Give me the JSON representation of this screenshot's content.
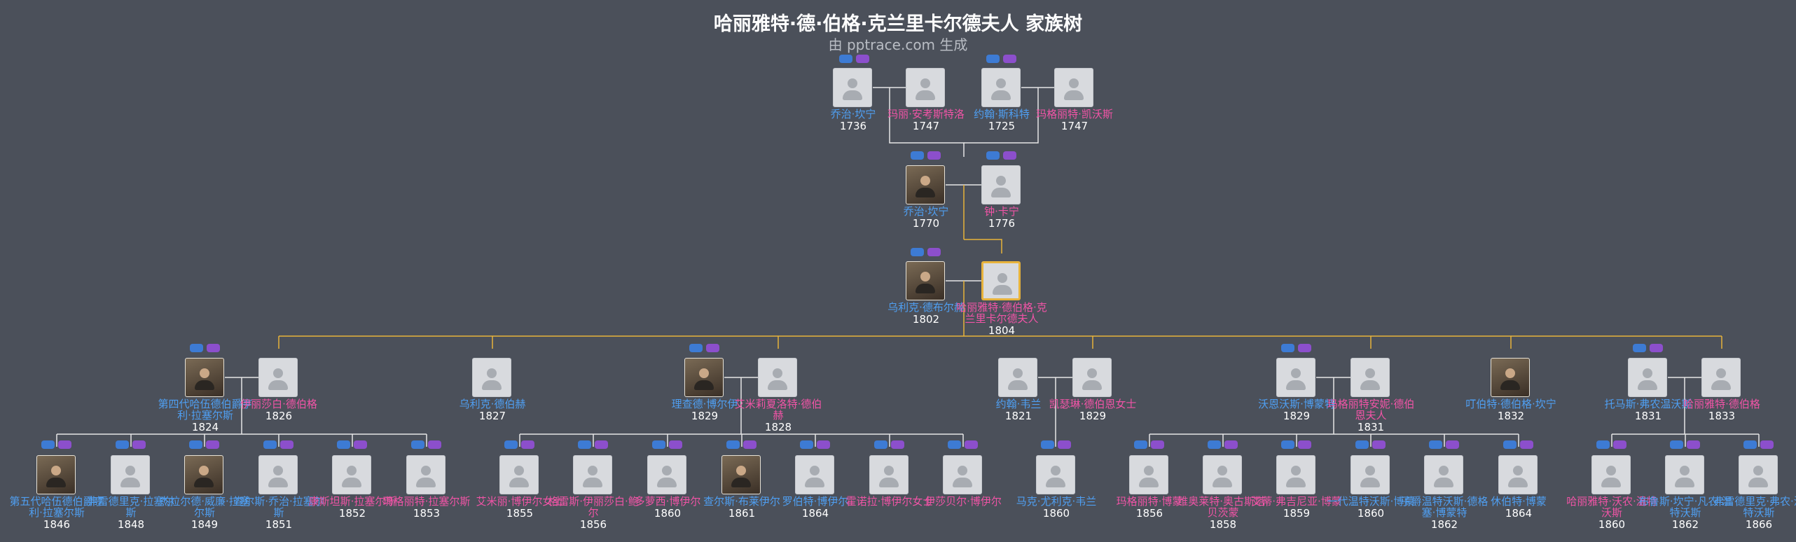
{
  "header": {
    "title": "哈丽雅特·德·伯格·克兰里卡尔德夫人 家族树",
    "subtitle": "由 pptrace.com 生成"
  },
  "colors": {
    "background": "#4b505a",
    "male": "#4f9ff2",
    "female": "#f054a6",
    "focus_border": "#e8b33b",
    "line_gold": "#e8b33b",
    "line_white": "#e6e6e6"
  },
  "people": [
    {
      "id": "p1",
      "name": "乔治·坎宁",
      "year": "1736",
      "sex": "m"
    },
    {
      "id": "p2",
      "name": "玛丽·安考斯特洛",
      "year": "1747",
      "sex": "f"
    },
    {
      "id": "p3",
      "name": "约翰·斯科特",
      "year": "1725",
      "sex": "m"
    },
    {
      "id": "p4",
      "name": "玛格丽特·凯沃斯",
      "year": "1747",
      "sex": "f"
    },
    {
      "id": "p5",
      "name": "乔治·坎宁",
      "year": "1770",
      "sex": "m",
      "photo": true
    },
    {
      "id": "p6",
      "name": "钟·卡宁",
      "year": "1776",
      "sex": "f"
    },
    {
      "id": "p7",
      "name": "乌利克·德布尔赫",
      "year": "1802",
      "sex": "m",
      "photo": true
    },
    {
      "id": "p8",
      "name": "哈丽雅特·德伯格·克兰里卡尔德夫人",
      "year": "1804",
      "sex": "f",
      "focus": true
    },
    {
      "id": "c1a",
      "name": "第四代哈伍德伯爵亨利·拉塞尔斯",
      "year": "1824",
      "sex": "m",
      "photo": true
    },
    {
      "id": "c1b",
      "name": "伊丽莎白·德伯格",
      "year": "1826",
      "sex": "f"
    },
    {
      "id": "c2",
      "name": "乌利克·德伯赫",
      "year": "1827",
      "sex": "m"
    },
    {
      "id": "c3a",
      "name": "理查德·博尔伊",
      "year": "1829",
      "sex": "m",
      "photo": true
    },
    {
      "id": "c3b",
      "name": "艾米莉夏洛特·德伯赫",
      "year": "1828",
      "sex": "f"
    },
    {
      "id": "c4a",
      "name": "约翰·韦兰",
      "year": "1821",
      "sex": "m"
    },
    {
      "id": "c4b",
      "name": "凯瑟琳·德伯恩女士",
      "year": "1829",
      "sex": "f"
    },
    {
      "id": "c5a",
      "name": "沃恩沃斯·博蒙特",
      "year": "1829",
      "sex": "m"
    },
    {
      "id": "c5b",
      "name": "玛格丽特安妮·德伯恩夫人",
      "year": "1831",
      "sex": "f"
    },
    {
      "id": "c6",
      "name": "叮伯特·德伯格·坎宁",
      "year": "1832",
      "sex": "m",
      "photo": true
    },
    {
      "id": "c7a",
      "name": "托马斯·弗农温沃斯",
      "year": "1831",
      "sex": "m"
    },
    {
      "id": "c7b",
      "name": "哈丽雅特·德伯格",
      "year": "1833",
      "sex": "f"
    },
    {
      "id": "g1",
      "name": "第五代哈伍德伯爵亨利·拉塞尔斯",
      "year": "1846",
      "sex": "m",
      "photo": true
    },
    {
      "id": "g2",
      "name": "弗雷德里克·拉塞尔斯",
      "year": "1848",
      "sex": "m"
    },
    {
      "id": "g3",
      "name": "杰拉尔德·威廉·拉塞尔斯",
      "year": "1849",
      "sex": "m",
      "photo": true
    },
    {
      "id": "g4",
      "name": "查尔斯·乔治·拉塞尔斯",
      "year": "1851",
      "sex": "m"
    },
    {
      "id": "g5",
      "name": "康斯坦斯·拉塞尔斯",
      "year": "1852",
      "sex": "f"
    },
    {
      "id": "g6",
      "name": "玛格丽特·拉塞尔斯",
      "year": "1853",
      "sex": "f"
    },
    {
      "id": "g7",
      "name": "艾米丽·博伊尔女士",
      "year": "1855",
      "sex": "f"
    },
    {
      "id": "g8",
      "name": "格雷斯·伊丽莎白·鲍尔",
      "year": "1856",
      "sex": "f"
    },
    {
      "id": "g9",
      "name": "多萝西·博伊尔",
      "year": "1860",
      "sex": "f"
    },
    {
      "id": "g10",
      "name": "查尔斯·布莱伊尔",
      "year": "1861",
      "sex": "m",
      "photo": true
    },
    {
      "id": "g11",
      "name": "罗伯特·博伊尔",
      "year": "1864",
      "sex": "m"
    },
    {
      "id": "g12",
      "name": "霍诺拉·博伊尔女士",
      "year": "",
      "sex": "f"
    },
    {
      "id": "g13",
      "name": "伊莎贝尔·博伊尔",
      "year": "",
      "sex": "f"
    },
    {
      "id": "g14",
      "name": "马克·尤利克·韦兰",
      "year": "1860",
      "sex": "m"
    },
    {
      "id": "g15",
      "name": "玛格丽特·博蒙",
      "year": "1856",
      "sex": "f"
    },
    {
      "id": "g16",
      "name": "维奥莱特·奥古斯塔·贝茨蒙",
      "year": "1858",
      "sex": "f"
    },
    {
      "id": "g17",
      "name": "艾蒂·弗吉尼亚·博蒙",
      "year": "1859",
      "sex": "f"
    },
    {
      "id": "g18",
      "name": "一代温特沃斯·博蒙",
      "year": "1860",
      "sex": "m"
    },
    {
      "id": "g19",
      "name": "子爵温特沃斯·德格塞·博蒙特",
      "year": "1862",
      "sex": "m"
    },
    {
      "id": "g20",
      "name": "休伯特·博蒙",
      "year": "1864",
      "sex": "m"
    },
    {
      "id": "g21",
      "name": "哈丽雅特·沃农·温特沃斯",
      "year": "1860",
      "sex": "f"
    },
    {
      "id": "g22",
      "name": "布鲁斯·坎宁·凡农·温特沃斯",
      "year": "1862",
      "sex": "m"
    },
    {
      "id": "g23",
      "name": "弗雷德里克·弗农·温特沃斯",
      "year": "1866",
      "sex": "m"
    }
  ]
}
